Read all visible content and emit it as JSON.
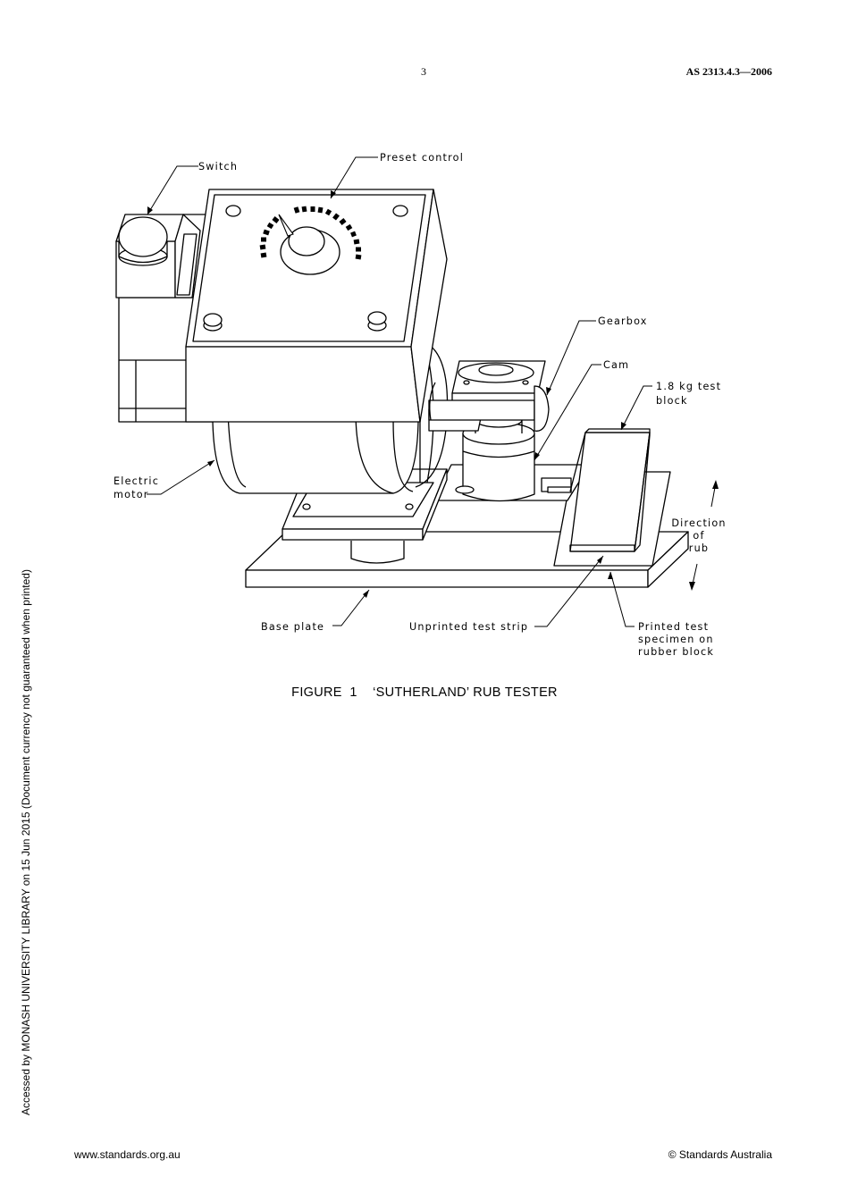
{
  "header": {
    "page_number": "3",
    "standard_id": "AS 2313.4.3—2006"
  },
  "figure": {
    "labels": {
      "switch": "Switch",
      "preset_control": "Preset control",
      "gearbox": "Gearbox",
      "cam": "Cam",
      "test_block_line1": "1.8 kg test",
      "test_block_line2": "block",
      "electric_motor_line1": "Electric",
      "electric_motor_line2": "motor",
      "direction_line1": "Direction",
      "direction_line2": "of",
      "direction_line3": "rub",
      "base_plate": "Base plate",
      "unprinted_strip": "Unprinted test strip",
      "printed_line1": "Printed test",
      "printed_line2": "specimen on",
      "printed_line3": "rubber block"
    },
    "caption_number": "FIGURE  1",
    "caption_title": "‘SUTHERLAND’ RUB TESTER"
  },
  "side_note": "Accessed by MONASH UNIVERSITY LIBRARY on 15 Jun 2015 (Document currency not guaranteed when printed)",
  "footer": {
    "url": "www.standards.org.au",
    "copyright": "© Standards Australia"
  }
}
